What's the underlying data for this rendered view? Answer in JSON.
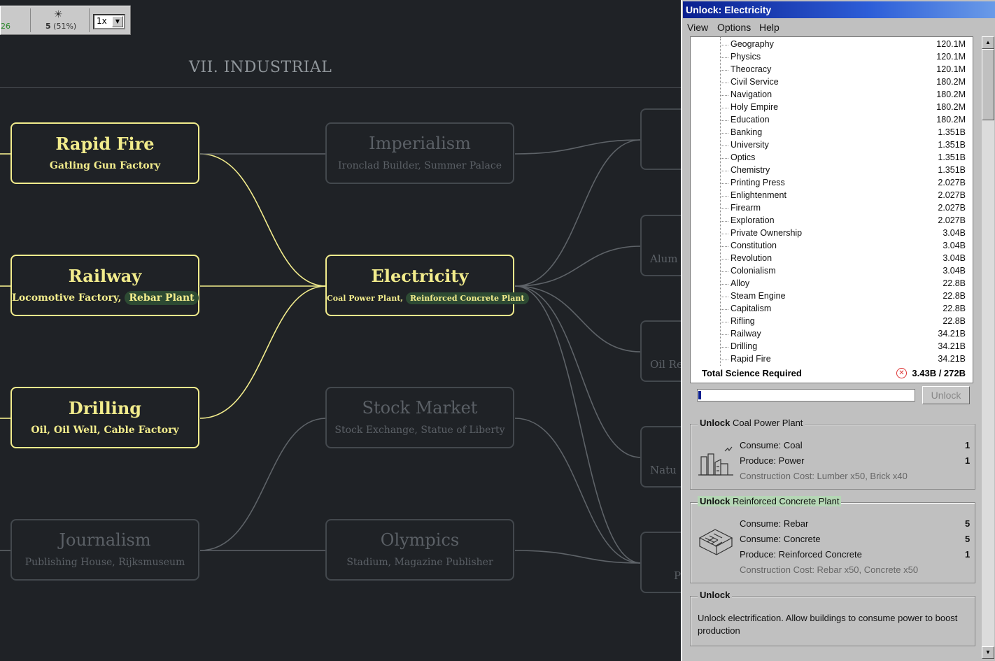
{
  "toolbar": {
    "green_value": "26",
    "population_icon": "population-icon",
    "population": "5",
    "population_pct": "(51%)",
    "speed": "1x"
  },
  "era": {
    "title": "VII.  INDUSTRIAL"
  },
  "nodes": {
    "rapid_fire": {
      "title": "Rapid Fire",
      "sub": "Gatling Gun Factory"
    },
    "railway": {
      "title": "Railway",
      "sub_a": "Locomotive Factory,",
      "sub_b": "Rebar Plant"
    },
    "drilling": {
      "title": "Drilling",
      "sub": "Oil, Oil Well, Cable Factory"
    },
    "journalism": {
      "title": "Journalism",
      "sub": "Publishing House, Rijksmuseum"
    },
    "imperialism": {
      "title": "Imperialism",
      "sub": "Ironclad Builder, Summer Palace"
    },
    "electricity": {
      "title": "Electricity",
      "sub_a": "Coal Power Plant,",
      "sub_b": "Reinforced Concrete Plant"
    },
    "stock_market": {
      "title": "Stock Market",
      "sub": "Stock Exchange, Statue of Liberty"
    },
    "olympics": {
      "title": "Olympics",
      "sub": "Stadium, Magazine Publisher"
    },
    "partial": [
      "Alum",
      "Oil Re",
      "Natu",
      "P"
    ]
  },
  "window": {
    "title": "Unlock: Electricity",
    "menu": [
      "View",
      "Options",
      "Help"
    ],
    "science_rows": [
      {
        "name": "Geography",
        "value": "120.1M"
      },
      {
        "name": "Physics",
        "value": "120.1M"
      },
      {
        "name": "Theocracy",
        "value": "120.1M"
      },
      {
        "name": "Civil Service",
        "value": "180.2M"
      },
      {
        "name": "Navigation",
        "value": "180.2M"
      },
      {
        "name": "Holy Empire",
        "value": "180.2M"
      },
      {
        "name": "Education",
        "value": "180.2M"
      },
      {
        "name": "Banking",
        "value": "1.351B"
      },
      {
        "name": "University",
        "value": "1.351B"
      },
      {
        "name": "Optics",
        "value": "1.351B"
      },
      {
        "name": "Chemistry",
        "value": "1.351B"
      },
      {
        "name": "Printing Press",
        "value": "2.027B"
      },
      {
        "name": "Enlightenment",
        "value": "2.027B"
      },
      {
        "name": "Firearm",
        "value": "2.027B"
      },
      {
        "name": "Exploration",
        "value": "2.027B"
      },
      {
        "name": "Private Ownership",
        "value": "3.04B"
      },
      {
        "name": "Constitution",
        "value": "3.04B"
      },
      {
        "name": "Revolution",
        "value": "3.04B"
      },
      {
        "name": "Colonialism",
        "value": "3.04B"
      },
      {
        "name": "Alloy",
        "value": "22.8B"
      },
      {
        "name": "Steam Engine",
        "value": "22.8B"
      },
      {
        "name": "Capitalism",
        "value": "22.8B"
      },
      {
        "name": "Rifling",
        "value": "22.8B"
      },
      {
        "name": "Railway",
        "value": "34.21B"
      },
      {
        "name": "Drilling",
        "value": "34.21B"
      },
      {
        "name": "Rapid Fire",
        "value": "34.21B"
      }
    ],
    "total_label": "Total Science Required",
    "total_value": "3.43B / 272B",
    "progress_fraction": 0.0126,
    "unlock_button": "Unlock",
    "coal": {
      "label_bold": "Unlock",
      "label_rest": "Coal Power Plant",
      "lines": [
        {
          "text": "Consume: Coal",
          "n": "1"
        },
        {
          "text": "Produce: Power",
          "n": "1"
        }
      ],
      "cost": "Construction Cost: Lumber x50, Brick x40"
    },
    "concrete": {
      "label_bold": "Unlock",
      "label_rest": "Reinforced Concrete Plant",
      "lines": [
        {
          "text": "Consume: Rebar",
          "n": "5"
        },
        {
          "text": "Consume: Concrete",
          "n": "5"
        },
        {
          "text": "Produce: Reinforced Concrete",
          "n": "1"
        }
      ],
      "cost": "Construction Cost: Rebar x50, Concrete x50"
    },
    "unlock_group": {
      "label": "Unlock",
      "desc": "Unlock electrification. Allow buildings to consume power to boost production"
    }
  }
}
